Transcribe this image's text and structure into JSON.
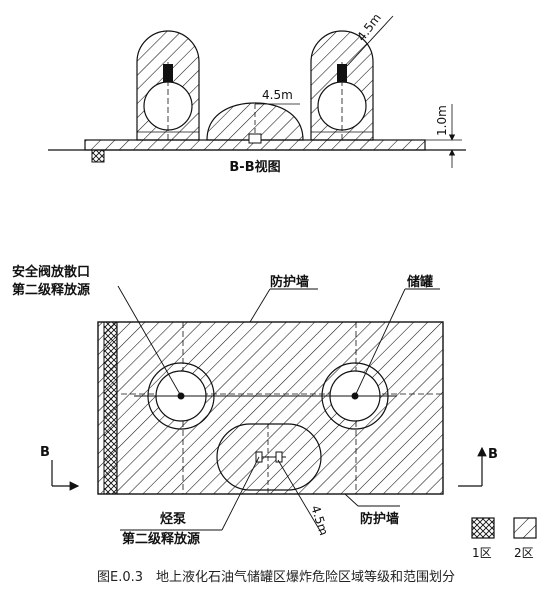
{
  "section_view": {
    "title": "B-B视图",
    "dim_slant": "4.5m",
    "dim_pump": "4.5m",
    "dim_height": "1.0m"
  },
  "plan_view": {
    "label_vent_line1": "安全阀放散口",
    "label_vent_line2": "第二级释放源",
    "label_wall_top": "防护墙",
    "label_tank": "储罐",
    "label_pump_line1": "烃泵",
    "label_pump_line2": "第二级释放源",
    "label_wall_bottom": "防护墙",
    "dim_pump": "4.5m",
    "section_mark_left": "B",
    "section_mark_right": "B"
  },
  "legend": {
    "zone1": "1区",
    "zone2": "2区"
  },
  "caption": "图E.0.3　地上液化石油气储罐区爆炸危险区域等级和范围划分",
  "colors": {
    "line": "#111111",
    "background": "#ffffff"
  }
}
